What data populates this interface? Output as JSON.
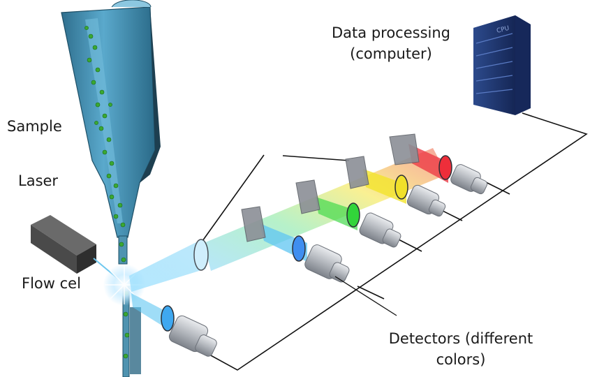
{
  "labels": {
    "data_processing_line1": "Data processing",
    "data_processing_line2": "(computer)",
    "sample": "Sample",
    "laser": "Laser",
    "flow_cell": "Flow cel",
    "detectors_line1": "Detectors (different",
    "detectors_line2": "colors)",
    "computer_case_text": "CPU"
  },
  "colors": {
    "sample_tube": "#3f8fb2",
    "sample_particles": "#3aa832",
    "laser_body": "#4a4a4a",
    "computer": "#1f3570",
    "wire": "#111111",
    "beam_blue": "#5fc6f2",
    "beam_green": "#44d84c",
    "beam_yellow": "#f2e32c",
    "beam_red": "#ec3c46",
    "detector_metal": "#b9bdc3",
    "mirror": "#8b8f96"
  }
}
